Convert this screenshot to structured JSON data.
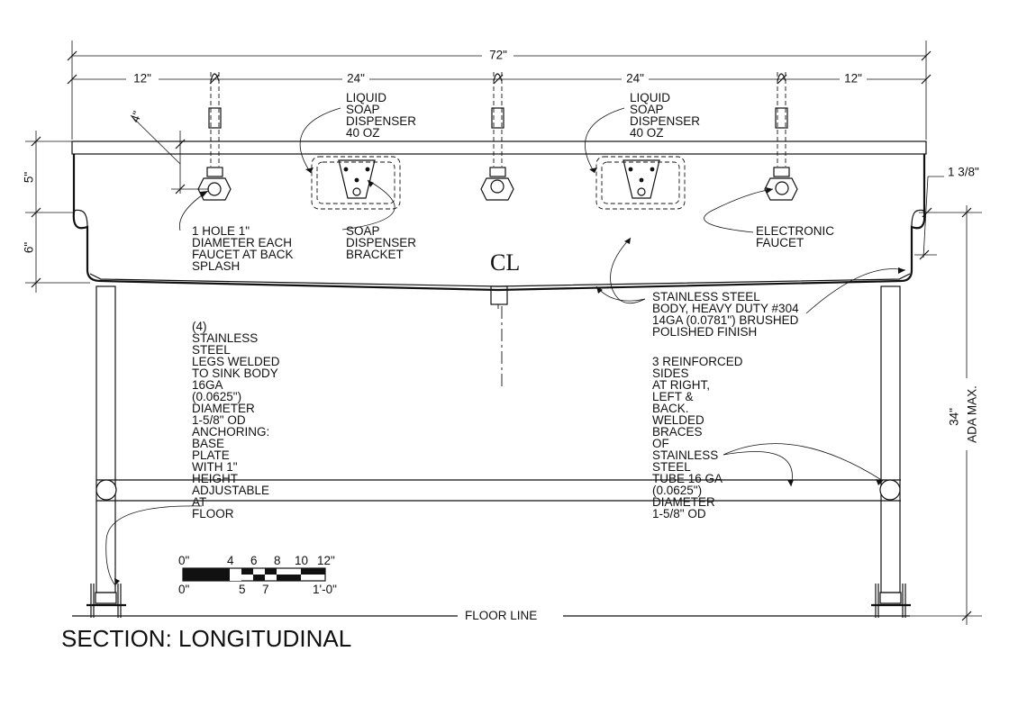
{
  "title": "SECTION: LONGITUDINAL",
  "dimensions": {
    "overall": "72\"",
    "segment_left": "12\"",
    "segment_mid_left": "24\"",
    "segment_mid_right": "24\"",
    "segment_right": "12\"",
    "hole_offset": "4\"",
    "backsplash": "5\"",
    "bowl_depth": "6\"",
    "rim": "1 3/8\"",
    "height": "34\"",
    "height_note": "ADA MAX."
  },
  "callouts": {
    "soap_left": [
      "LIQUID",
      "SOAP",
      "DISPENSER",
      "40 OZ"
    ],
    "soap_right": [
      "LIQUID",
      "SOAP",
      "DISPENSER",
      "40 OZ"
    ],
    "hole": [
      "1 HOLE 1\"",
      "DIAMETER EACH",
      "FAUCET AT BACK",
      "SPLASH"
    ],
    "bracket": [
      "SOAP",
      "DISPENSER",
      "BRACKET"
    ],
    "faucet": [
      "ELECTRONIC",
      "FAUCET"
    ],
    "body": [
      "STAINLESS STEEL",
      "BODY, HEAVY DUTY #304",
      "14GA (0.0781\") BRUSHED",
      "POLISHED FINISH"
    ],
    "legs": [
      "(4)",
      "STAINLESS",
      "STEEL",
      "LEGS WELDED",
      "TO SINK BODY",
      "16GA",
      "(0.0625\")",
      "DIAMETER",
      "1-5/8\" OD",
      "ANCHORING:",
      "BASE",
      "PLATE",
      "WITH 1\"",
      "HEIGHT",
      "ADJUSTABLE",
      "AT",
      "FLOOR"
    ],
    "sides": [
      "3 REINFORCED",
      "SIDES",
      "AT RIGHT,",
      "LEFT &",
      "BACK.",
      "WELDED",
      "BRACES",
      "OF",
      "STAINLESS",
      "STEEL",
      "TUBE 16 GA",
      "(0.0625\")",
      "DIAMETER",
      "1-5/8\" OD"
    ]
  },
  "centerline_symbol": "CL",
  "scale": {
    "top_labels": [
      "0\"",
      "4",
      "6",
      "8",
      "10",
      "12\""
    ],
    "bottom_labels": [
      "0\"",
      "5",
      "7",
      "1'-0\""
    ]
  },
  "floor_line": "FLOOR LINE"
}
